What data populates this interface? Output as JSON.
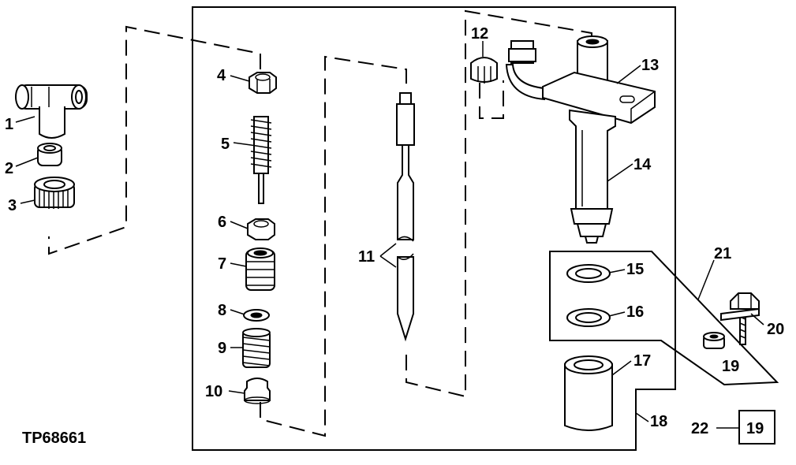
{
  "figure_id": "TP68661",
  "callouts": {
    "c1": "1",
    "c2": "2",
    "c3": "3",
    "c4": "4",
    "c5": "5",
    "c6": "6",
    "c7": "7",
    "c8": "8",
    "c9": "9",
    "c10": "10",
    "c11": "11",
    "c12": "12",
    "c13": "13",
    "c14": "14",
    "c15": "15",
    "c16": "16",
    "c17": "17",
    "c18": "18",
    "c19": "19",
    "c20": "20",
    "c21": "21",
    "c22": "22"
  },
  "reference_box": "19"
}
